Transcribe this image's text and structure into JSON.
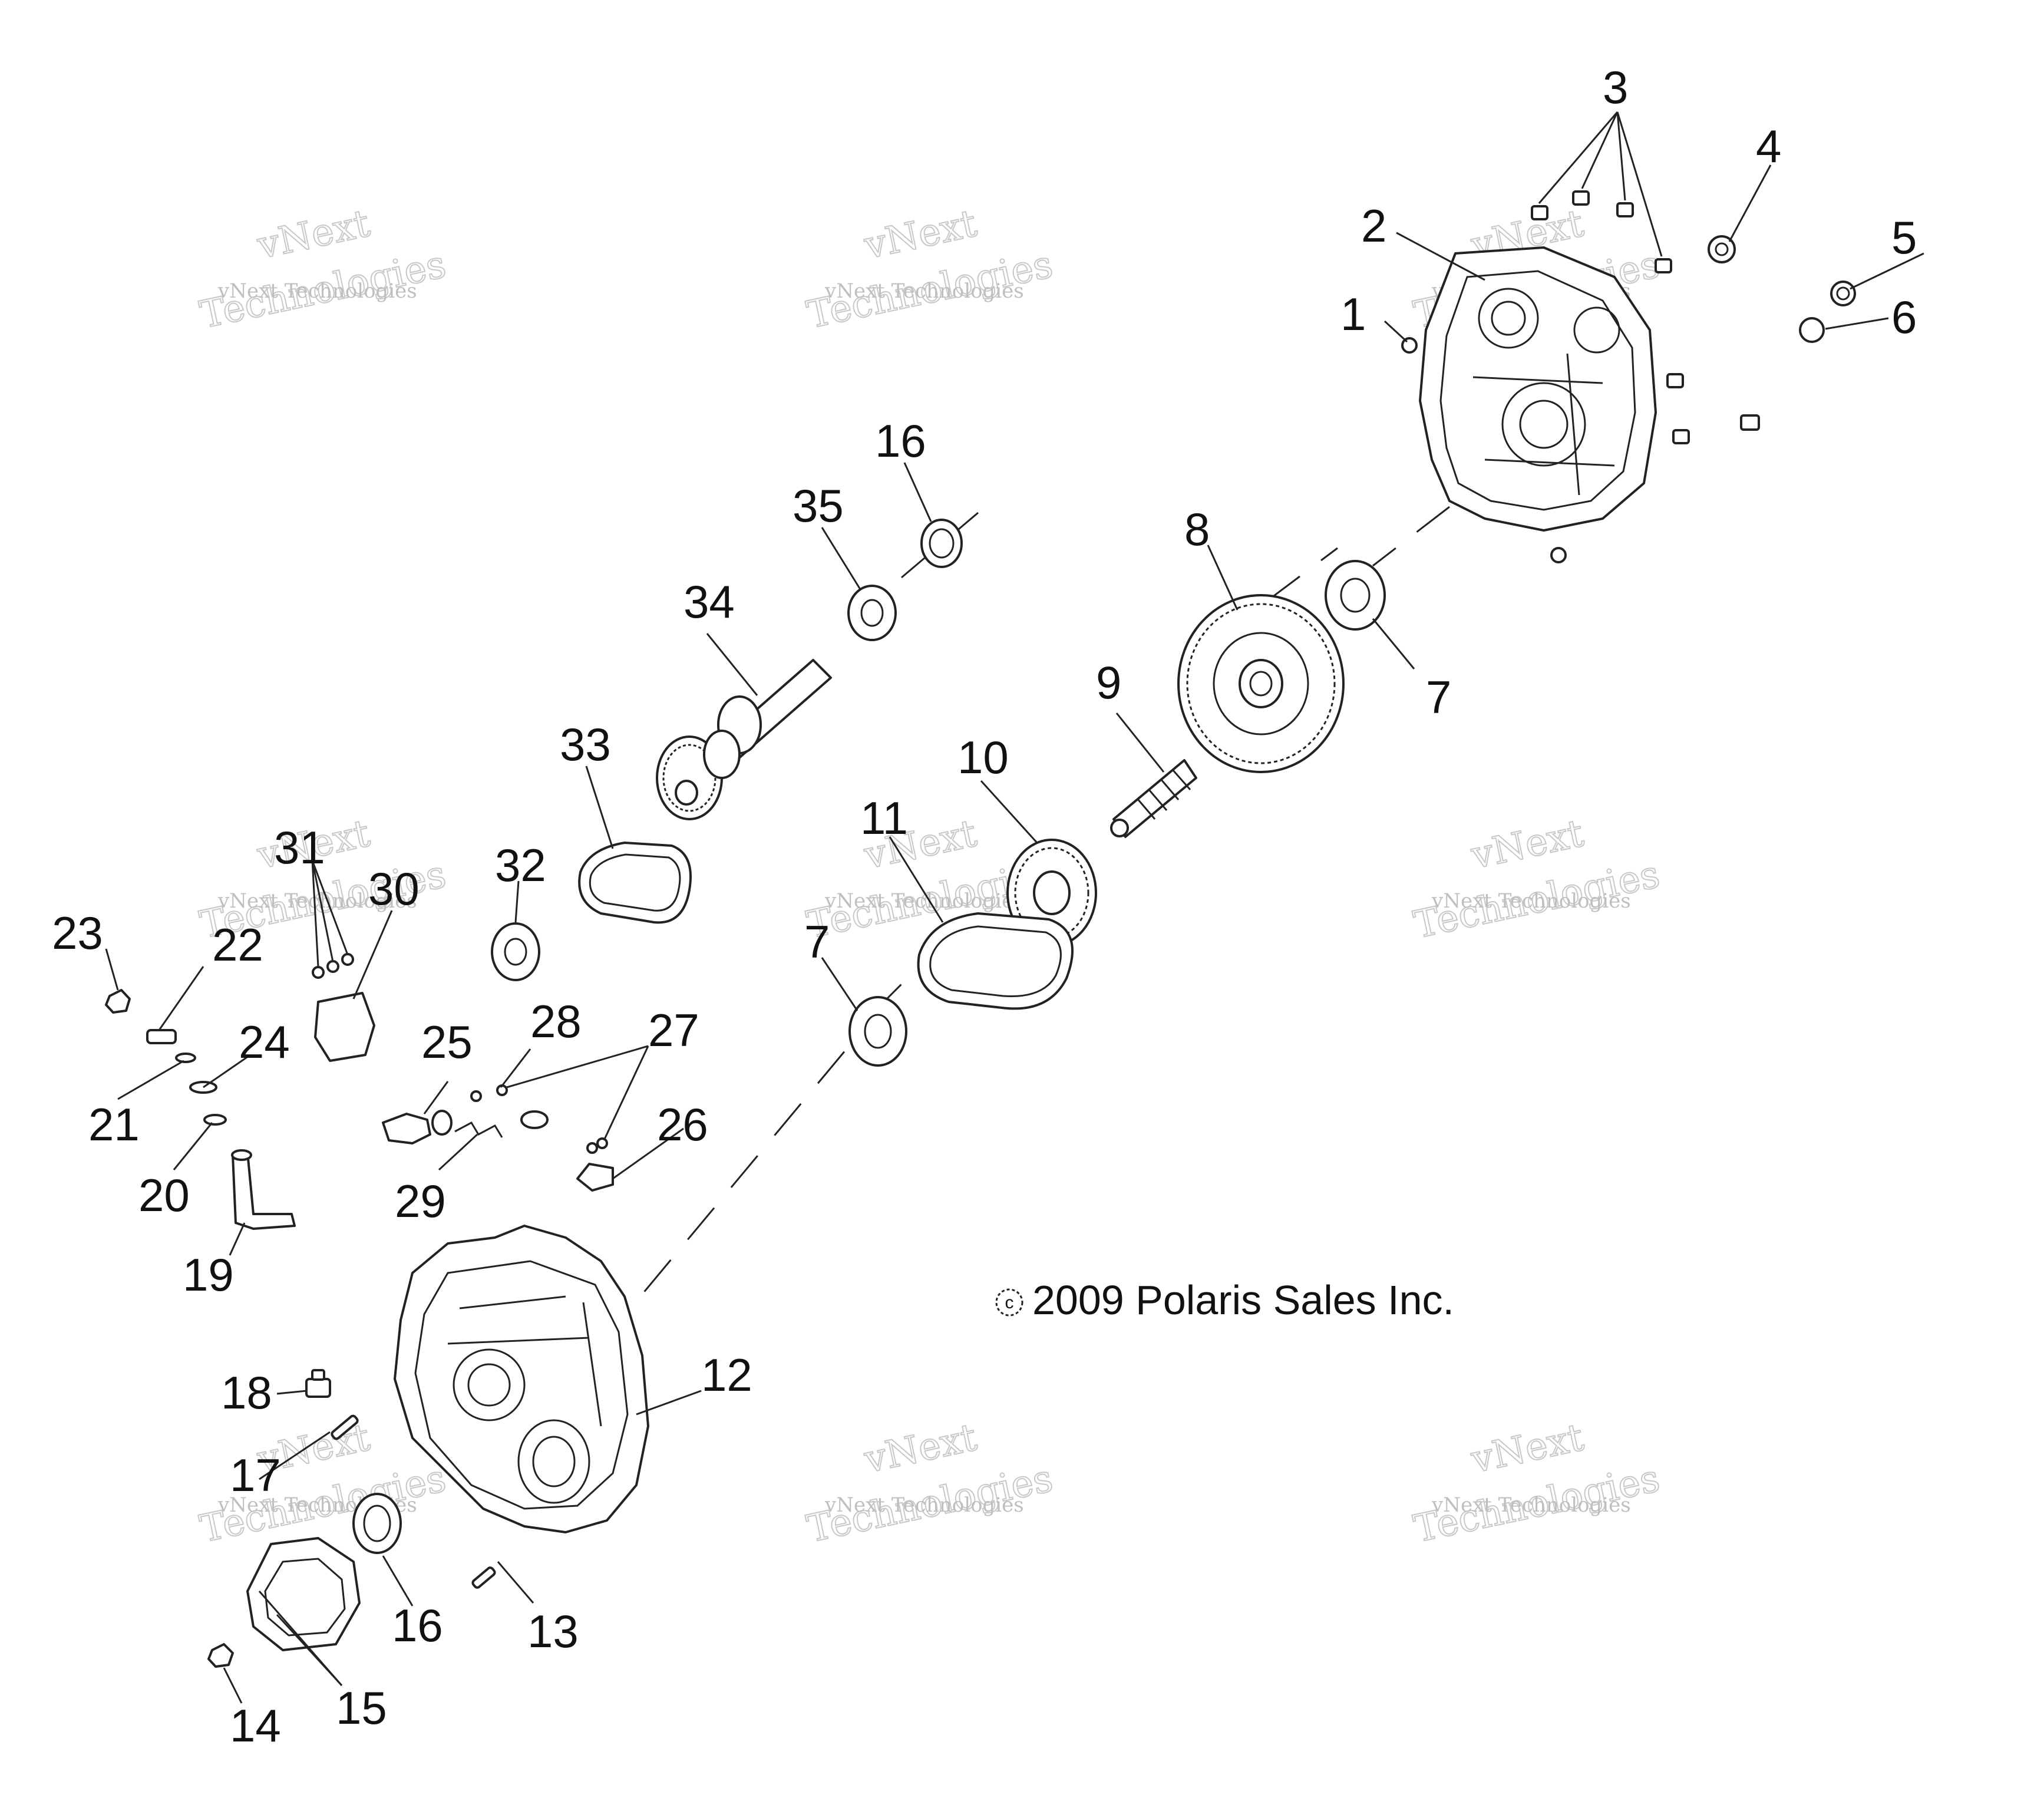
{
  "callouts": {
    "c1": "1",
    "c2": "2",
    "c3": "3",
    "c4": "4",
    "c5": "5",
    "c6": "6",
    "c7a": "7",
    "c7b": "7",
    "c8": "8",
    "c9": "9",
    "c10": "10",
    "c11": "11",
    "c12": "12",
    "c13": "13",
    "c14": "14",
    "c15": "15",
    "c16a": "16",
    "c16b": "16",
    "c17": "17",
    "c18": "18",
    "c19": "19",
    "c20": "20",
    "c21": "21",
    "c22": "22",
    "c23": "23",
    "c24": "24",
    "c25": "25",
    "c26": "26",
    "c27": "27",
    "c28": "28",
    "c29": "29",
    "c30": "30",
    "c31": "31",
    "c32": "32",
    "c33": "33",
    "c34": "34",
    "c35": "35"
  },
  "copyright": {
    "symbol": "c",
    "text": "2009 Polaris Sales Inc."
  },
  "watermark": {
    "line1": "vNext Technologies",
    "line2": "vNext",
    "line3": "Technologies"
  }
}
